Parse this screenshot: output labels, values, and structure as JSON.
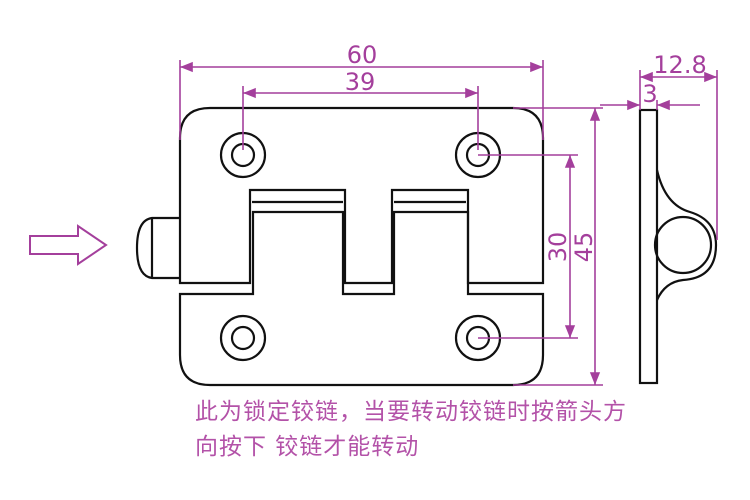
{
  "dimensions": {
    "overall_width": "60",
    "hole_spacing_horizontal": "39",
    "hole_spacing_vertical": "30",
    "overall_height": "45",
    "side_thickness_total": "12.8",
    "plate_thickness": "3"
  },
  "note": {
    "line1": "此为锁定铰链，当要转动铰链时按箭头方",
    "line2": "向按下  铰链才能转动"
  },
  "colors": {
    "dimension": "#a43f9c",
    "outline": "#111111"
  }
}
